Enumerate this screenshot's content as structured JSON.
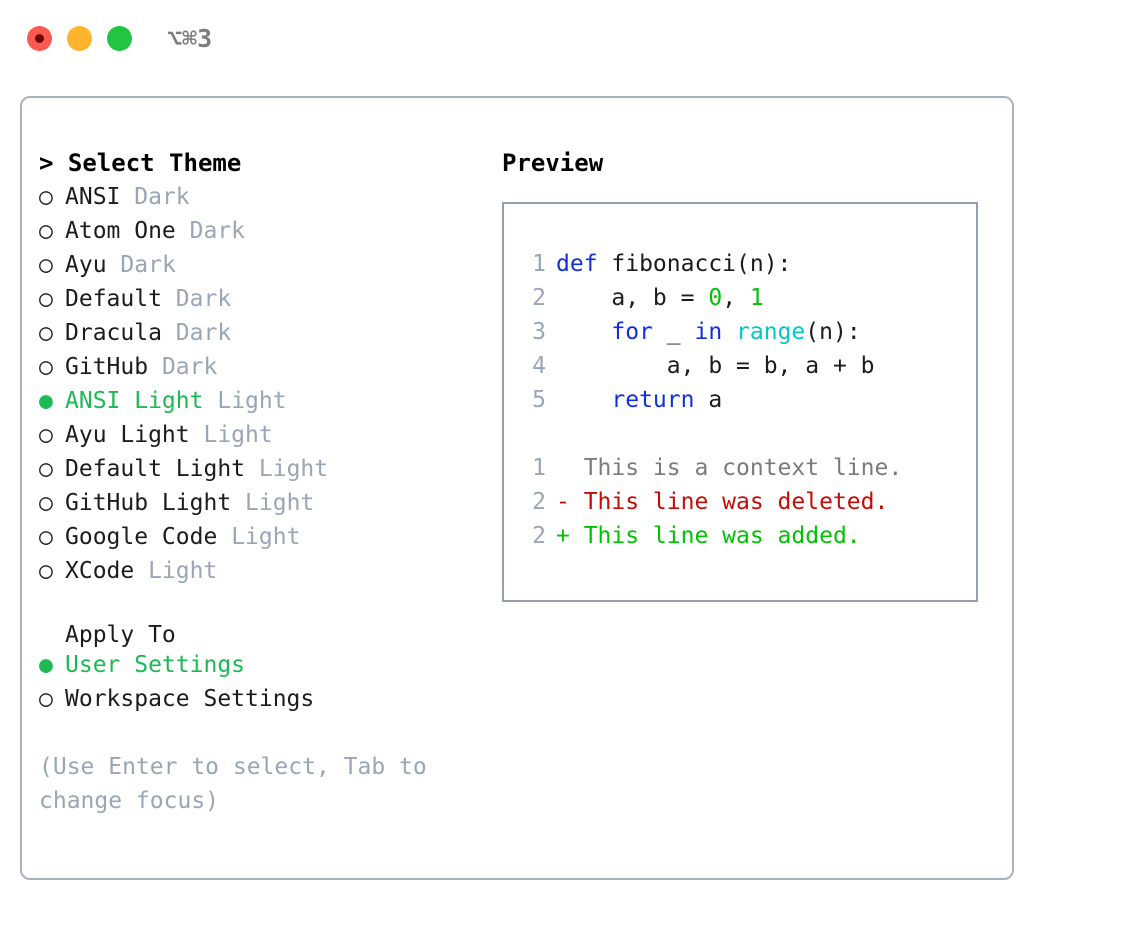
{
  "titlebar": {
    "title": "⌥⌘3",
    "buttons": [
      {
        "name": "close-button",
        "color": "#fb5a50"
      },
      {
        "name": "minimize-button",
        "color": "#feb42c"
      },
      {
        "name": "maximize-button",
        "color": "#23c43f"
      }
    ]
  },
  "theme_picker": {
    "header": "> Select Theme",
    "marker_selected": "●",
    "marker_unselected": "○",
    "items": [
      {
        "marker": "○",
        "name": "ANSI",
        "kind": "Dark",
        "selected": false
      },
      {
        "marker": "○",
        "name": "Atom One",
        "kind": "Dark",
        "selected": false
      },
      {
        "marker": "○",
        "name": "Ayu",
        "kind": "Dark",
        "selected": false
      },
      {
        "marker": "○",
        "name": "Default",
        "kind": "Dark",
        "selected": false
      },
      {
        "marker": "○",
        "name": "Dracula",
        "kind": "Dark",
        "selected": false
      },
      {
        "marker": "○",
        "name": "GitHub",
        "kind": "Dark",
        "selected": false
      },
      {
        "marker": "●",
        "name": "ANSI Light",
        "kind": "Light",
        "selected": true
      },
      {
        "marker": "○",
        "name": "Ayu Light",
        "kind": "Light",
        "selected": false
      },
      {
        "marker": "○",
        "name": "Default Light",
        "kind": "Light",
        "selected": false
      },
      {
        "marker": "○",
        "name": "GitHub Light",
        "kind": "Light",
        "selected": false
      },
      {
        "marker": "○",
        "name": "Google Code",
        "kind": "Light",
        "selected": false
      },
      {
        "marker": "○",
        "name": "XCode",
        "kind": "Light",
        "selected": false
      }
    ]
  },
  "apply_to": {
    "header": "Apply To",
    "options": [
      {
        "marker": "●",
        "label": "User Settings",
        "selected": true
      },
      {
        "marker": "○",
        "label": "Workspace Settings",
        "selected": false
      }
    ]
  },
  "hint": "(Use Enter to select, Tab to change focus)",
  "preview": {
    "title": "Preview",
    "code_lines": [
      {
        "num": "1",
        "tokens": [
          {
            "t": "def ",
            "c": "kw"
          },
          {
            "t": "fibonacci(n):",
            "c": "plain"
          }
        ]
      },
      {
        "num": "2",
        "tokens": [
          {
            "t": "    a, b = ",
            "c": "plain"
          },
          {
            "t": "0",
            "c": "num"
          },
          {
            "t": ", ",
            "c": "plain"
          },
          {
            "t": "1",
            "c": "num"
          }
        ]
      },
      {
        "num": "3",
        "tokens": [
          {
            "t": "    ",
            "c": "plain"
          },
          {
            "t": "for",
            "c": "kw"
          },
          {
            "t": " _ ",
            "c": "plain"
          },
          {
            "t": "in",
            "c": "kw"
          },
          {
            "t": " ",
            "c": "plain"
          },
          {
            "t": "range",
            "c": "fn"
          },
          {
            "t": "(n):",
            "c": "plain"
          }
        ]
      },
      {
        "num": "4",
        "tokens": [
          {
            "t": "        a, b = b, a + b",
            "c": "plain"
          }
        ]
      },
      {
        "num": "5",
        "tokens": [
          {
            "t": "    ",
            "c": "plain"
          },
          {
            "t": "return",
            "c": "kw"
          },
          {
            "t": " a",
            "c": "plain"
          }
        ]
      }
    ],
    "diff_lines": [
      {
        "num": "1",
        "text": "  This is a context line.",
        "kind": "diff-ctx"
      },
      {
        "num": "2",
        "text": "- This line was deleted.",
        "kind": "diff-del"
      },
      {
        "num": "2",
        "text": "+ This line was added.",
        "kind": "diff-add"
      }
    ]
  },
  "colors": {
    "accent_green": "#1db954",
    "muted": "#9aa5b5",
    "keyword": "#1130dd",
    "number": "#00c400",
    "builtin": "#00c8c8",
    "diff_deleted": "#c60c06",
    "diff_added": "#00c400",
    "border": "#aab2c0"
  }
}
